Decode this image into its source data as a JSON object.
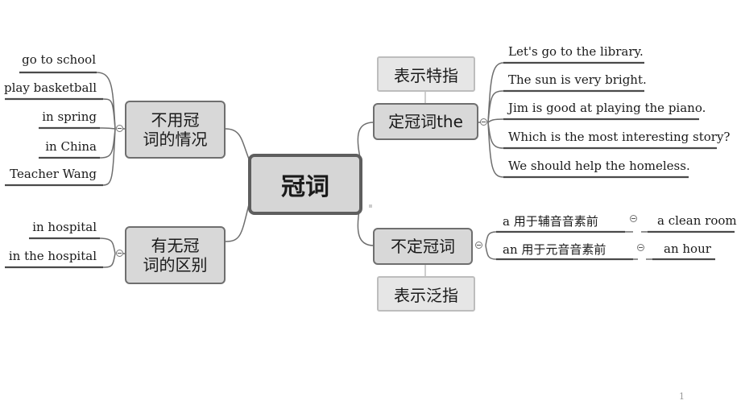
{
  "center": "冠词",
  "branches": {
    "no_article": {
      "label_line1": "不用冠",
      "label_line2": "词的情况",
      "items": [
        "go to school",
        "play basketball",
        "in spring",
        "in China",
        "Teacher Wang"
      ]
    },
    "difference": {
      "label_line1": "有无冠",
      "label_line2": "词的区别",
      "items": [
        "in hospital",
        "in the hospital"
      ]
    },
    "definite": {
      "label": "定冠词the",
      "callout": "表示特指",
      "items": [
        "Let's go to the library.",
        "The sun is very bright.",
        "Jim is good at playing the piano.",
        "Which is the most interesting story?",
        "We should help the homeless."
      ]
    },
    "indefinite": {
      "label": "不定冠词",
      "callout": "表示泛指",
      "rules": [
        {
          "rule": "a 用于辅音音素前",
          "example": "a clean room"
        },
        {
          "rule": "an 用于元音音素前",
          "example": "an hour"
        }
      ]
    }
  },
  "page_number": "1"
}
